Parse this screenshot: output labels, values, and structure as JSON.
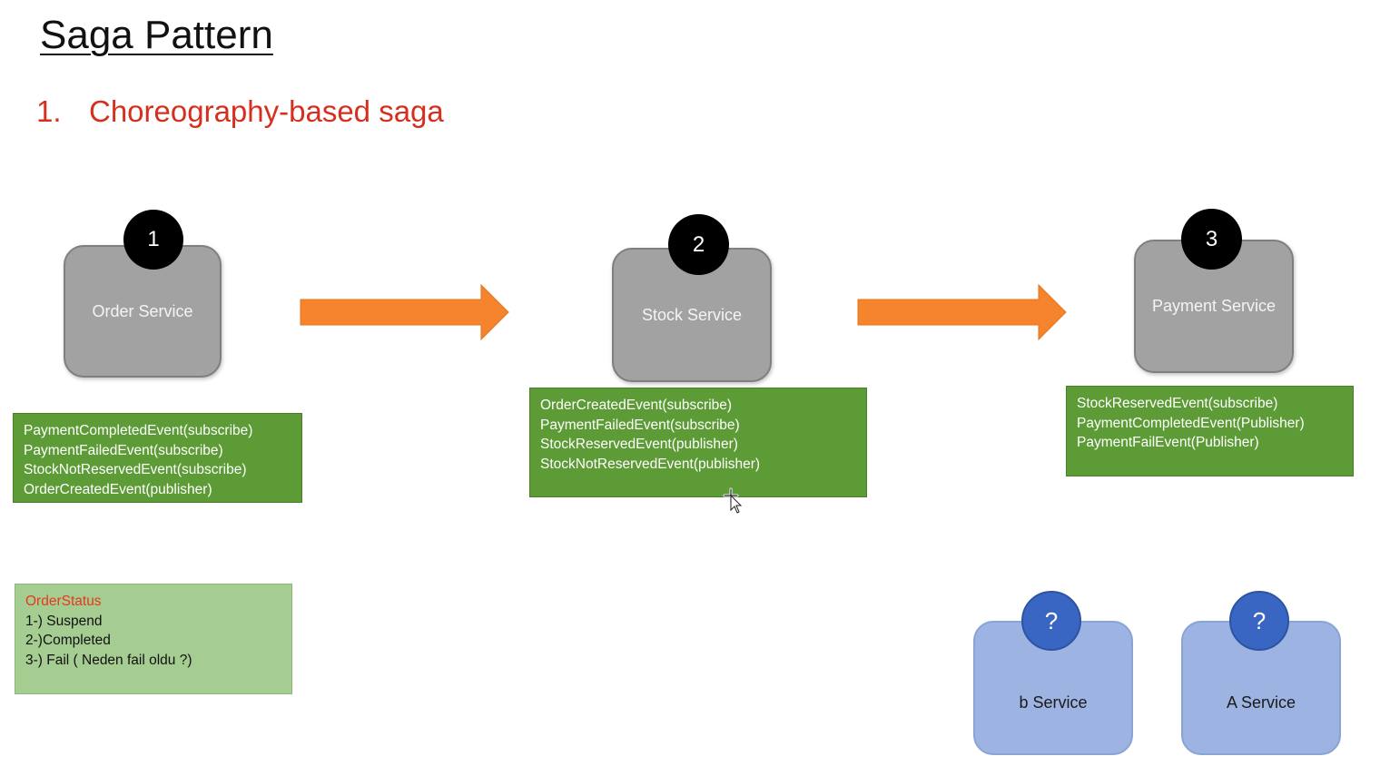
{
  "title": "Saga Pattern",
  "subtitle": {
    "number": "1.",
    "text": "Choreography-based saga"
  },
  "services": [
    {
      "badge": "1",
      "name": "Order Service",
      "events": [
        "PaymentCompletedEvent(subscribe)",
        "PaymentFailedEvent(subscribe)",
        "StockNotReservedEvent(subscribe)",
        "OrderCreatedEvent(publisher)"
      ]
    },
    {
      "badge": "2",
      "name": "Stock Service",
      "events": [
        "OrderCreatedEvent(subscribe)",
        "PaymentFailedEvent(subscribe)",
        "StockReservedEvent(publisher)",
        "StockNotReservedEvent(publisher)"
      ]
    },
    {
      "badge": "3",
      "name": "Payment Service",
      "events": [
        "StockReservedEvent(subscribe)",
        "PaymentCompletedEvent(Publisher)",
        "PaymentFailEvent(Publisher)"
      ]
    }
  ],
  "order_status": {
    "heading": "OrderStatus",
    "items": [
      "1-) Suspend",
      "2-)Completed",
      "3-) Fail ( Neden fail oldu ?)"
    ]
  },
  "unknown_services": [
    {
      "badge": "?",
      "name": "b Service"
    },
    {
      "badge": "?",
      "name": "A Service"
    }
  ],
  "colors": {
    "arrow": "#f5842c",
    "event_box": "#5c9b35",
    "status_box": "#a6cd91",
    "service_box": "#a2a2a2",
    "unknown_service_box": "#9db4e2",
    "subtitle": "#d62f1f"
  }
}
